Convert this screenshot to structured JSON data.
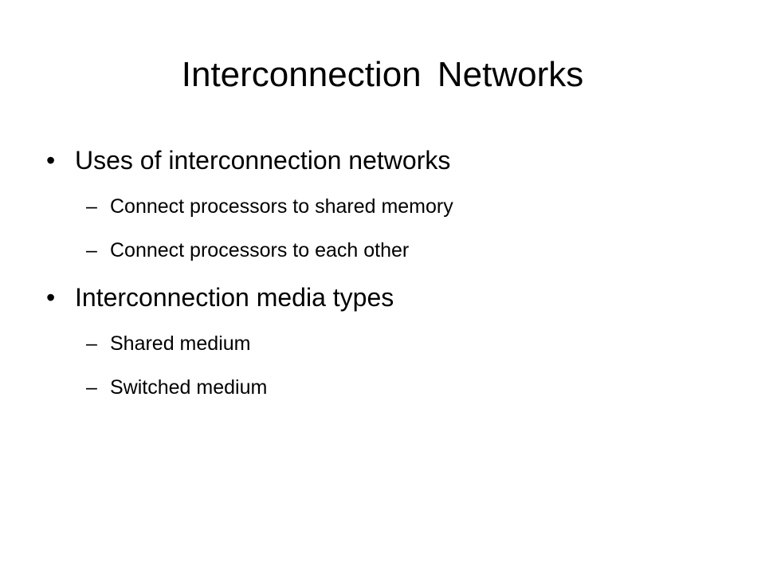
{
  "slide": {
    "title": "Interconnection Networks",
    "bullet_marker": "•",
    "sub_marker": "–",
    "items": [
      {
        "text": "Uses of interconnection networks",
        "sub": [
          "Connect processors to shared memory",
          "Connect processors to each other"
        ]
      },
      {
        "text": "Interconnection media types",
        "sub": [
          "Shared medium",
          "Switched medium"
        ]
      }
    ]
  }
}
